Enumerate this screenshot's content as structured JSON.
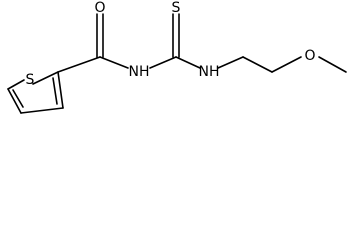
{
  "molecule": {
    "atoms": {
      "oxygen_carbonyl": "O",
      "sulfur_thiophene": "S",
      "sulfur_thione": "S",
      "nh_amide": "NH",
      "nh_ethyl": "NH",
      "oxygen_ether": "O"
    }
  }
}
